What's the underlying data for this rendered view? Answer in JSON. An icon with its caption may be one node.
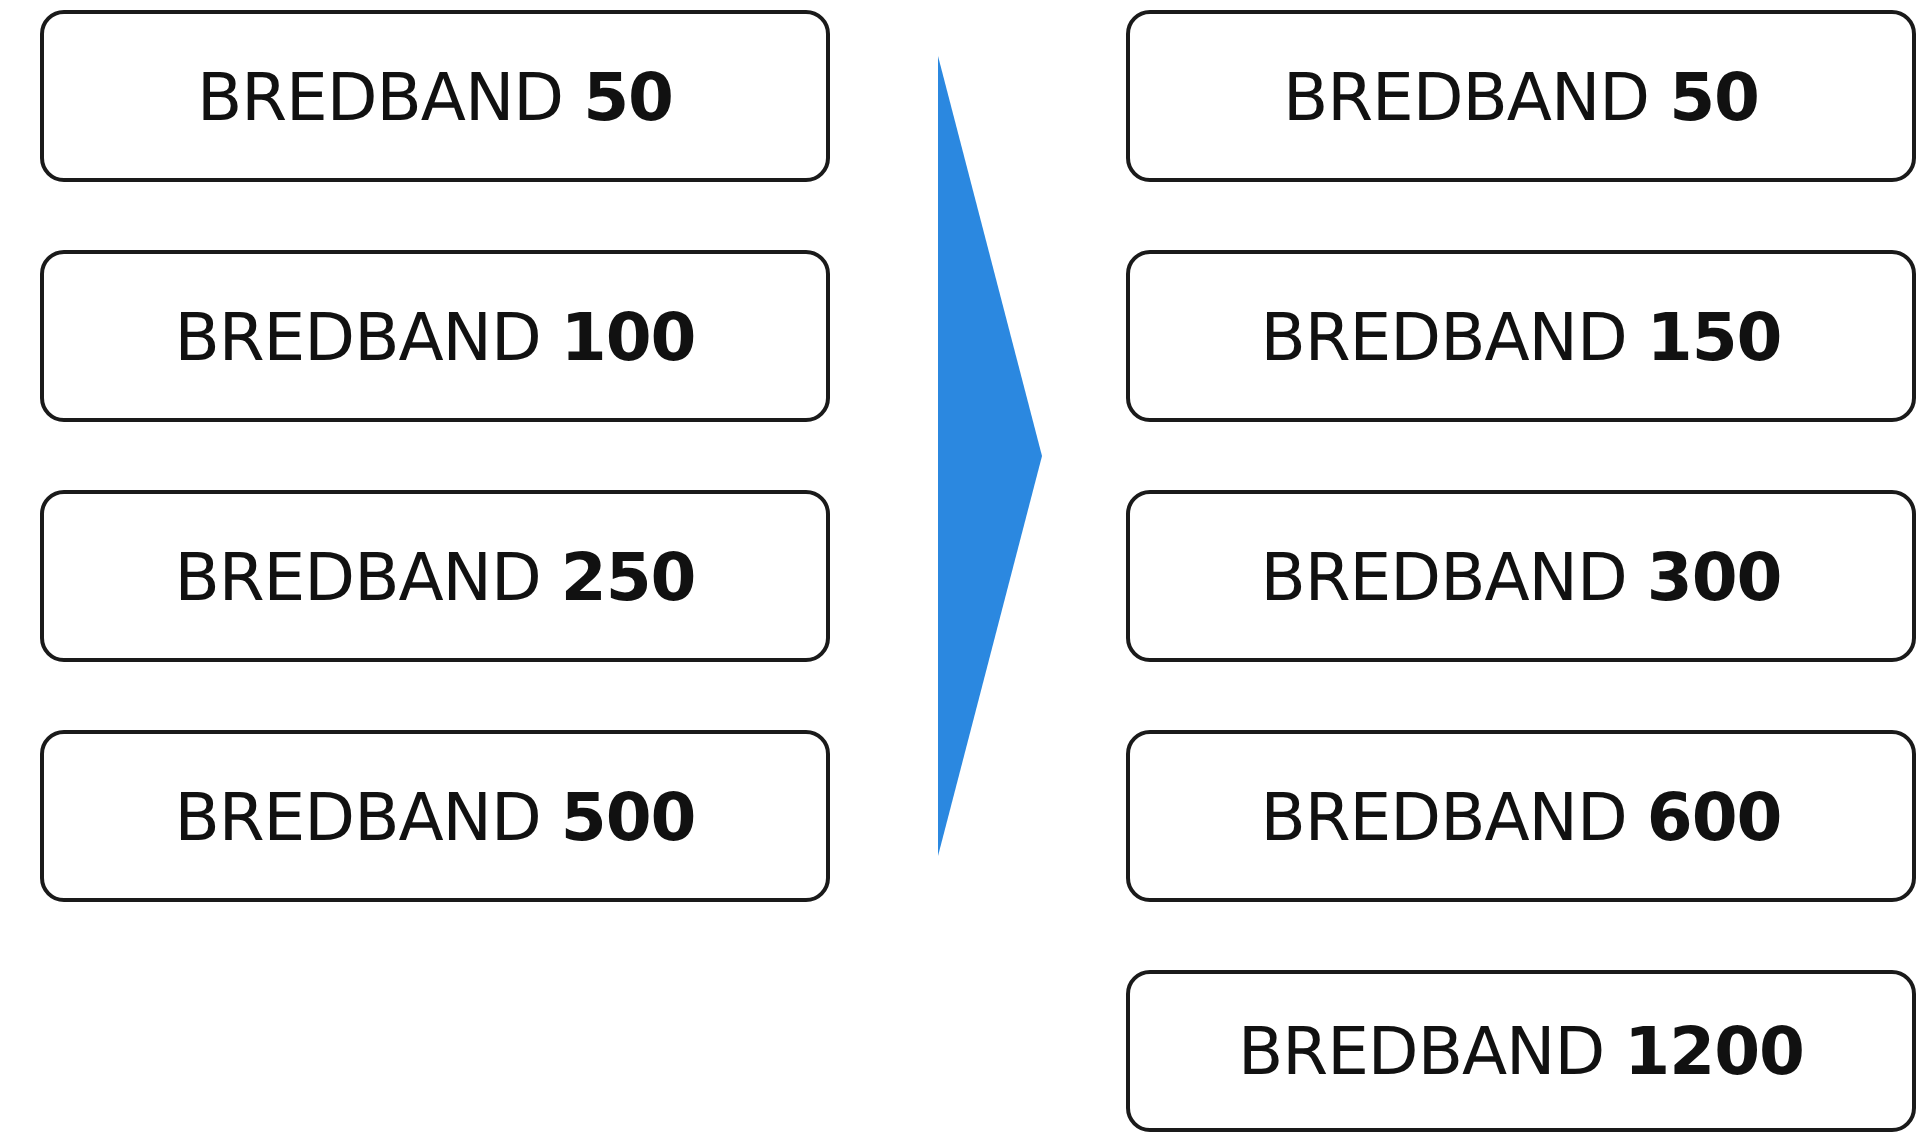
{
  "diagram": {
    "nodes": [
      {
        "text": [
          "BREDBAND **50**"
        ]
      },
      {
        "text": [
          "BREDBAND **100**"
        ]
      },
      {
        "text": [
          "BREDBAND **250**"
        ]
      },
      {
        "text": [
          "BREDBAND **500**"
        ]
      },
      {
        "text": [
          "BREDBAND **50**"
        ]
      },
      {
        "text": [
          "BREDBAND **150**"
        ]
      },
      {
        "text": [
          "BREDBAND **300**"
        ]
      },
      {
        "text": [
          "BREDBAND **600**"
        ]
      },
      {
        "text": [
          "BREDBAND **1200**"
        ]
      }
    ]
  }
}
